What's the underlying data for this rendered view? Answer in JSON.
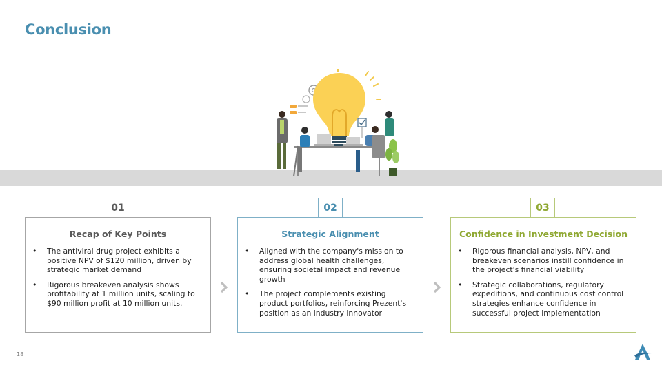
{
  "slide": {
    "title": "Conclusion",
    "page_number": "18"
  },
  "colors": {
    "title": "#4a8fb0",
    "step1": "#595959",
    "step2": "#4a8fb0",
    "step3": "#8fa832",
    "band": "#d9d9d9"
  },
  "steps": [
    {
      "number": "01",
      "title": "Recap of Key Points",
      "bullets": [
        "The antiviral drug project exhibits a positive NPV of $120 million, driven by strategic market demand",
        "Rigorous breakeven analysis shows profitability at 1 million units, scaling to $90 million profit at 10 million units."
      ]
    },
    {
      "number": "02",
      "title": "Strategic Alignment",
      "bullets": [
        "Aligned with the company's mission to address global health challenges, ensuring societal impact and revenue growth",
        "The project complements existing product portfolios, reinforcing Prezent's position as an industry innovator"
      ]
    },
    {
      "number": "03",
      "title": "Confidence in Investment Decision",
      "bullets": [
        "Rigorous financial analysis, NPV, and breakeven scenarios instill confidence in the project's financial viability",
        "Strategic collaborations, regulatory expeditions, and continuous cost control strategies enhance confidence in successful project implementation"
      ]
    }
  ],
  "icons": {
    "illustration": "team-lightbulb-illustration",
    "chevron": "chevron-right-icon",
    "logo": "company-logo"
  }
}
